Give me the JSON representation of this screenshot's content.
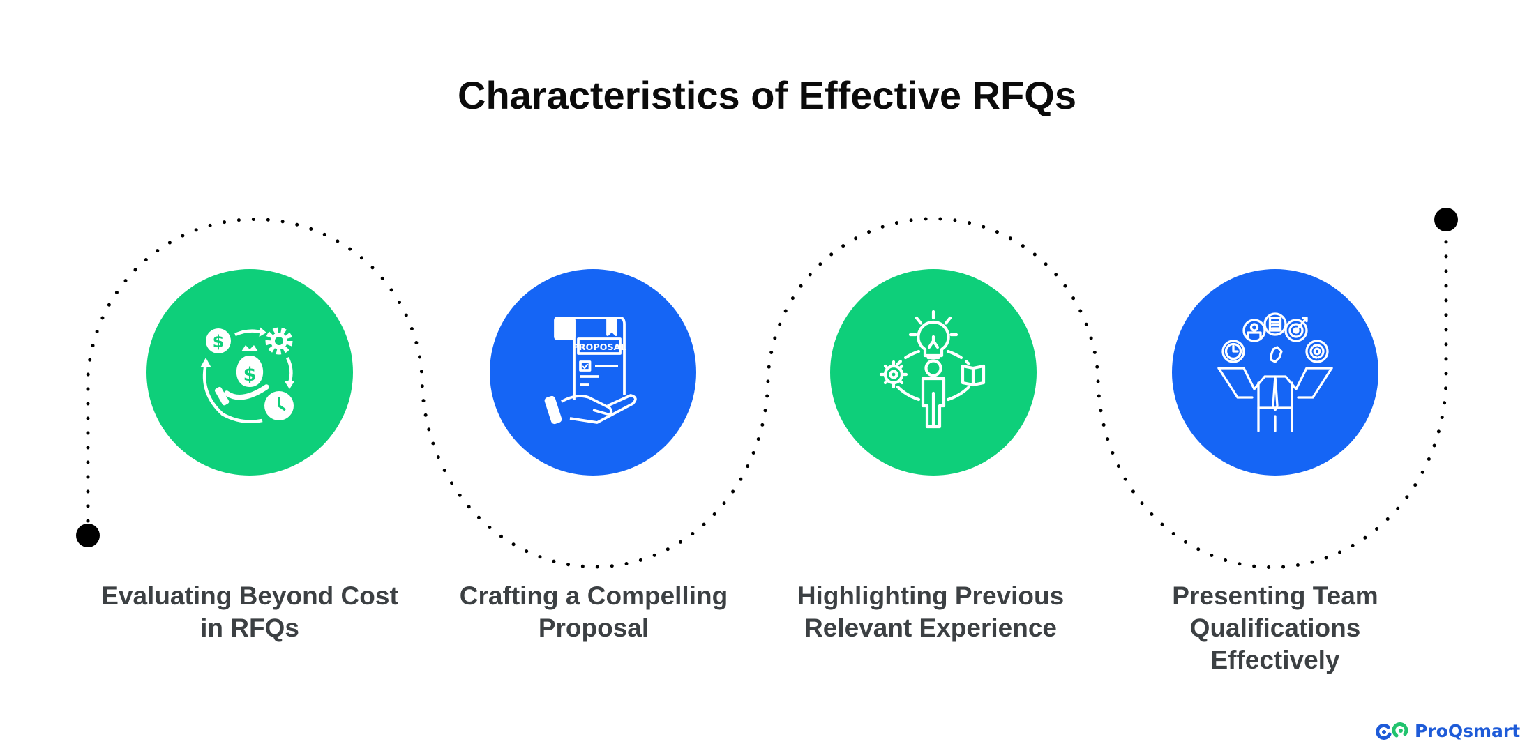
{
  "title": "Characteristics of Effective RFQs",
  "colors": {
    "green": "#0ecf7a",
    "blue": "#1565f5",
    "path": "#000000",
    "label": "#3c4043",
    "brand_blue": "#1e5bd8",
    "brand_green": "#22c36e"
  },
  "steps": [
    {
      "label_lines": [
        "Evaluating Beyond Cost",
        "in RFQs"
      ],
      "color": "green",
      "icon": "money-cycle-icon"
    },
    {
      "label_lines": [
        "Crafting a Compelling",
        "Proposal"
      ],
      "color": "blue",
      "icon": "proposal-document-hand-icon",
      "icon_text": "PROPOSAL"
    },
    {
      "label_lines": [
        "Highlighting Previous",
        "Relevant Experience"
      ],
      "color": "green",
      "icon": "person-idea-network-icon"
    },
    {
      "label_lines": [
        "Presenting Team",
        "Qualifications",
        "Effectively"
      ],
      "color": "blue",
      "icon": "businessman-juggling-skills-icon"
    }
  ],
  "brand": {
    "name": "ProQsmart",
    "icon": "proqsmart-logo-icon"
  }
}
